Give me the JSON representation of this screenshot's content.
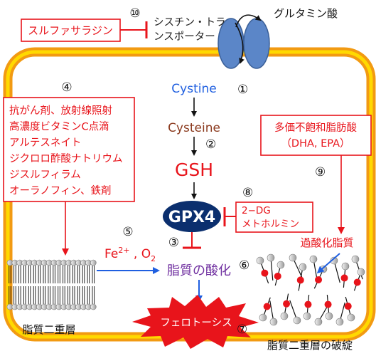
{
  "inhibitor_top": "スルファサラジン",
  "transporter_line1": "シスチン・トラ",
  "transporter_line2": "ンスポーター",
  "glutamate": "グルタミン酸",
  "cystine": "Cystine",
  "cysteine": "Cysteine",
  "gsh": "GSH",
  "gpx4": "GPX4",
  "inducers": [
    "抗がん剤、放射線照射",
    "高濃度ビタミンC点滴",
    "アルテスネイト",
    "ジクロロ酢酸ナトリウム",
    "ジスルフィラム",
    "オーラノフィン、鉄剤"
  ],
  "gpx4_inhibitors": [
    "2−DG",
    "メトホルミン"
  ],
  "pufa": [
    "多価不飽和脂肪酸",
    "（DHA, EPA）"
  ],
  "iron_ox": {
    "fe": "Fe",
    "fe_sup": "2+",
    "sep": " , ",
    "o": "O",
    "o_sub": "2"
  },
  "lipid_oxidation": "脂質の酸化",
  "lipid_peroxide": "過酸化脂質",
  "ferroptosis": "フェロトーシス",
  "bilayer": "脂質二重層",
  "bilayer_broken": "脂質二重層の破綻",
  "numbers": [
    "①",
    "②",
    "③",
    "④",
    "⑤",
    "⑥",
    "⑦",
    "⑧",
    "⑨",
    "⑩"
  ],
  "colors": {
    "red": "#e8141b",
    "blue": "#1f5fe0",
    "purple": "#7030a0",
    "navy": "#0b2f6e",
    "brown": "#8b3a1e",
    "membrane_orange": "#f29a12",
    "membrane_yellow": "#ffd900",
    "transporter": "#5b86c8"
  }
}
